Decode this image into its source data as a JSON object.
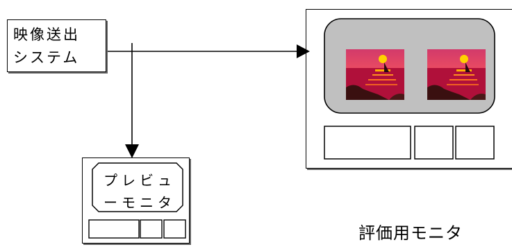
{
  "source_system": {
    "line1": "映像送出",
    "line2": "システム"
  },
  "preview_monitor": {
    "line1": "プレビュ",
    "line2": "ーモニタ"
  },
  "evaluation_monitor": {
    "label": "評価用モニタ"
  },
  "colors": {
    "line": "#000000",
    "screen_fill": "#c0c0c0",
    "sunset_sky": "#e8485a",
    "sun": "#ffd200",
    "sea": "#b0103a"
  }
}
